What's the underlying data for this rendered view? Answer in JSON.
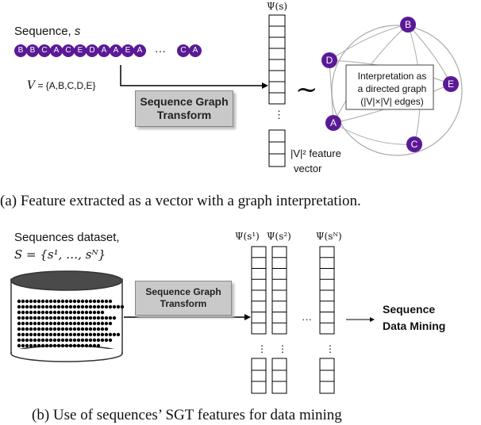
{
  "panel_a": {
    "sequence_title": "Sequence, ",
    "sequence_symbol": "s",
    "sequence_tokens": [
      "B",
      "B",
      "C",
      "A",
      "C",
      "E",
      "D",
      "A",
      "A",
      "E",
      "A"
    ],
    "ellipsis": "···",
    "sequence_tail_tokens": [
      "C",
      "A"
    ],
    "alphabet_lhs": "V",
    "alphabet_rhs": " = {A,B,C,D,E}",
    "psi_label": "Ψ(s)",
    "box_line1": "Sequence Graph",
    "box_line2": "Transform",
    "tilde": "~",
    "vector_dots": "⋮",
    "feature_text_line1": "|V|² feature",
    "feature_text_line2": "vector",
    "graph_note_line1": "Interpretation as",
    "graph_note_line2": "a directed graph",
    "graph_note_line3": "(|V|×|V| edges)",
    "nodes": [
      "A",
      "B",
      "C",
      "D",
      "E"
    ],
    "caption": "(a) Feature extracted as a vector with a graph interpretation."
  },
  "panel_b": {
    "dataset_line1": "Sequences dataset,",
    "dataset_line2": "S = {s¹, …, sᴺ}",
    "box_line1": "Sequence Graph",
    "box_line2": "Transform",
    "psi_labels": [
      "Ψ(s¹)",
      "Ψ(s²)",
      "Ψ(sᴺ)"
    ],
    "between_dots": "···",
    "vector_dots": "⋮",
    "output_line1": "Sequence",
    "output_line2": "Data Mining",
    "caption": "(b) Use of sequences’ SGT features for data mining"
  },
  "colors": {
    "token_purple": "#5a1a96",
    "box_gray": "#c9c9c9",
    "cylinder_dark": "#4a4a4a"
  }
}
